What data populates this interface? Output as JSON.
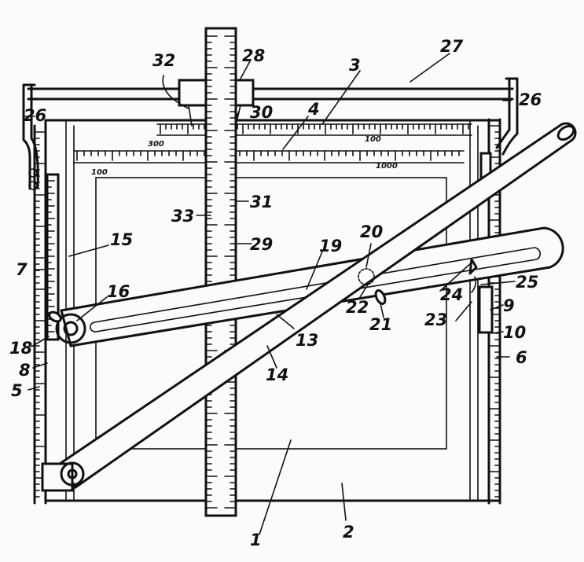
{
  "figure": {
    "labels": [
      {
        "id": "1",
        "text": "1"
      },
      {
        "id": "2",
        "text": "2"
      },
      {
        "id": "3",
        "text": "3"
      },
      {
        "id": "4",
        "text": "4"
      },
      {
        "id": "5",
        "text": "5"
      },
      {
        "id": "6",
        "text": "6"
      },
      {
        "id": "7",
        "text": "7"
      },
      {
        "id": "8",
        "text": "8"
      },
      {
        "id": "9",
        "text": "9"
      },
      {
        "id": "10",
        "text": "10"
      },
      {
        "id": "13",
        "text": "13"
      },
      {
        "id": "14",
        "text": "14"
      },
      {
        "id": "15",
        "text": "15"
      },
      {
        "id": "16",
        "text": "16"
      },
      {
        "id": "18",
        "text": "18"
      },
      {
        "id": "19",
        "text": "19"
      },
      {
        "id": "20",
        "text": "20"
      },
      {
        "id": "21",
        "text": "21"
      },
      {
        "id": "22",
        "text": "22"
      },
      {
        "id": "23",
        "text": "23"
      },
      {
        "id": "24",
        "text": "24"
      },
      {
        "id": "25",
        "text": "25"
      },
      {
        "id": "26a",
        "text": "26"
      },
      {
        "id": "26b",
        "text": "26"
      },
      {
        "id": "27",
        "text": "27"
      },
      {
        "id": "28",
        "text": "28"
      },
      {
        "id": "29",
        "text": "29"
      },
      {
        "id": "30",
        "text": "30"
      },
      {
        "id": "31",
        "text": "31"
      },
      {
        "id": "32",
        "text": "32"
      },
      {
        "id": "33",
        "text": "33"
      }
    ],
    "scale_marks": {
      "top_300": "300",
      "top_100": "100",
      "lower_100": "100",
      "lower_1000": "1000"
    }
  }
}
